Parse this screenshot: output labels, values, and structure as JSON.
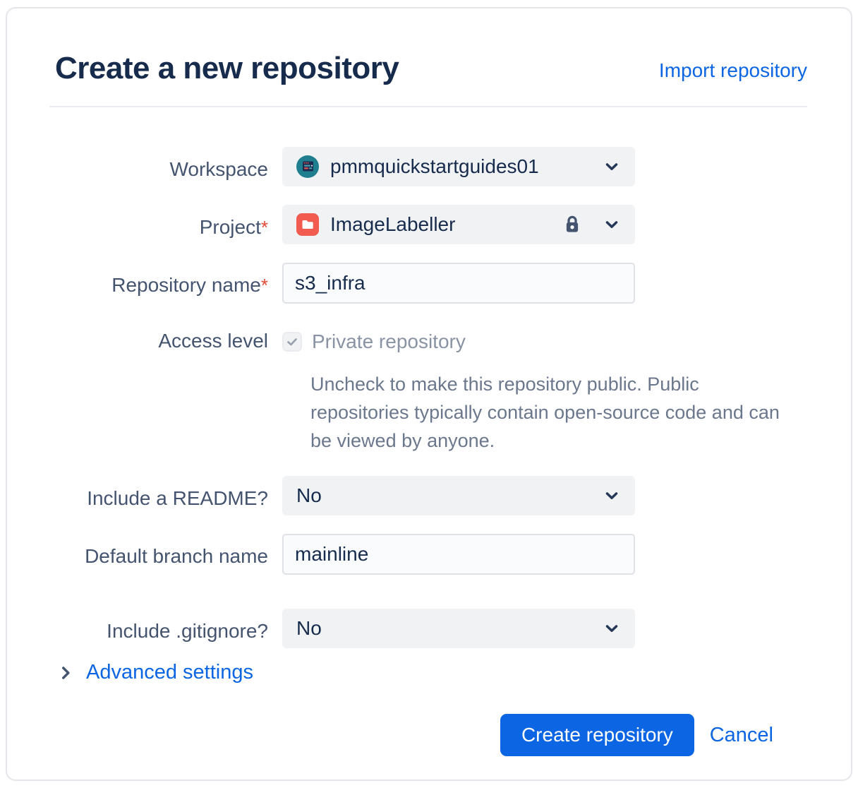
{
  "dialog": {
    "title": "Create a new repository",
    "import_link_label": "Import repository"
  },
  "form": {
    "workspace": {
      "label": "Workspace",
      "value": "pmmquickstartguides01",
      "avatar_icon": "workspace-avatar-icon"
    },
    "project": {
      "label": "Project",
      "required_marker": "*",
      "value": "ImageLabeller",
      "icons": [
        "project-folder-icon",
        "lock-icon",
        "chevron-down-icon"
      ]
    },
    "repository_name": {
      "label": "Repository name",
      "required_marker": "*",
      "value": "s3_infra"
    },
    "access_level": {
      "label": "Access level",
      "checkbox_checked": true,
      "checkbox_label": "Private repository",
      "help_text": "Uncheck to make this repository public. Public repositories typically contain open-source code and can be viewed by anyone."
    },
    "include_readme": {
      "label": "Include a README?",
      "value": "No"
    },
    "default_branch": {
      "label": "Default branch name",
      "value": "mainline"
    },
    "include_gitignore": {
      "label": "Include .gitignore?",
      "value": "No"
    }
  },
  "advanced_settings": {
    "label": "Advanced settings"
  },
  "actions": {
    "create_label": "Create repository",
    "cancel_label": "Cancel"
  },
  "colors": {
    "title_text": "#172B4D",
    "label_text": "#44546F",
    "link_blue": "#0C66E4",
    "primary_button_blue": "#0C66E4",
    "required_red": "#E34935",
    "disabled_text": "#8993A4",
    "help_text": "#6B778C",
    "select_background": "#F1F2F4",
    "input_background": "#FAFBFC",
    "input_border": "#DFE1E6",
    "workspace_avatar_teal": "#1F7F8F",
    "project_icon_red": "#F15B50"
  }
}
